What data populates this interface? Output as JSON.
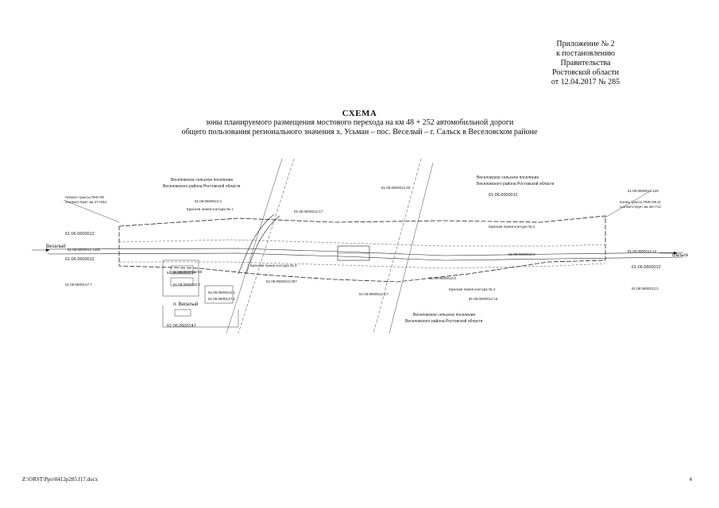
{
  "appendix": {
    "line1": "Приложение № 2",
    "line2": "к постановлению",
    "line3": "Правительства",
    "line4": "Ростовской области",
    "line5": "от 12.04.2017 № 285"
  },
  "title": {
    "heading": "СХЕМА",
    "line1": "зоны планируемого размещения мостового перехода на км 48 + 252 автомобильной дороги",
    "line2": "общего пользования регионального значения х. Усьман – пос. Веселый – г. Сальск в Веселовском районе"
  },
  "scheme": {
    "settlement_left": "Веселый",
    "settlement_right": "Сальск",
    "settlement_village": "п. Веселый",
    "area_nw_1": "Веселовское сельское поселение",
    "area_nw_2": "Веселовского района Ростовской области",
    "area_ne_1": "Веселовское сельское поселение",
    "area_ne_2": "Веселовского района Ростовской области",
    "area_s_1": "Веселовское сельское поселение",
    "area_s_2": "Веселовского района Ростовской области",
    "start_1": "Начало трассы ПК0+00",
    "start_2": "соответствует км 47+934",
    "end_1": "Конец трассы ПК9+59,11",
    "end_2": "соответствует км 48+712",
    "contour1": "Красная линия контура № 1",
    "contour2": "Красная линия контура № 2",
    "contour3": "Красная линия контура № 3",
    "contour4": "Красная линия контура № 2",
    "cad_1": "61:06.0600012",
    "cad_2": "61:06.0600012",
    "cad_3": "61:06.0600012",
    "cad_4": "61:06.0600012",
    "cad_5": "61:06.0600147",
    "small_1": "61:06:0600012:3",
    "small_2": "61:06:0600012:17",
    "small_3": "61:06:0600012:1450",
    "small_4": "61:06:0600012:40",
    "small_5": "61:06:0600012:128",
    "small_6": "61:06:0600012:12",
    "small_7": "61:06:0600012:297",
    "small_8": "61:06:0600012:85",
    "small_9": "61:06:0600012:3",
    "small_10": "61:06:0600012:1",
    "small_11": "61:06:0600147:2",
    "small_12": "61:06:0600147:7",
    "small_13": "61:06:0600012:17",
    "small_14": "61:06:0600012:8",
    "small_15": "61:06:0600012:16",
    "small_16": "61:06:0600012:2",
    "small_17": "61:06:0600012:17",
    "small_18": "61:06:0600012:2"
  },
  "footer": {
    "path": "Z:\\ORST\\Ppo\\0412p285.f17.docx",
    "page": "4"
  }
}
